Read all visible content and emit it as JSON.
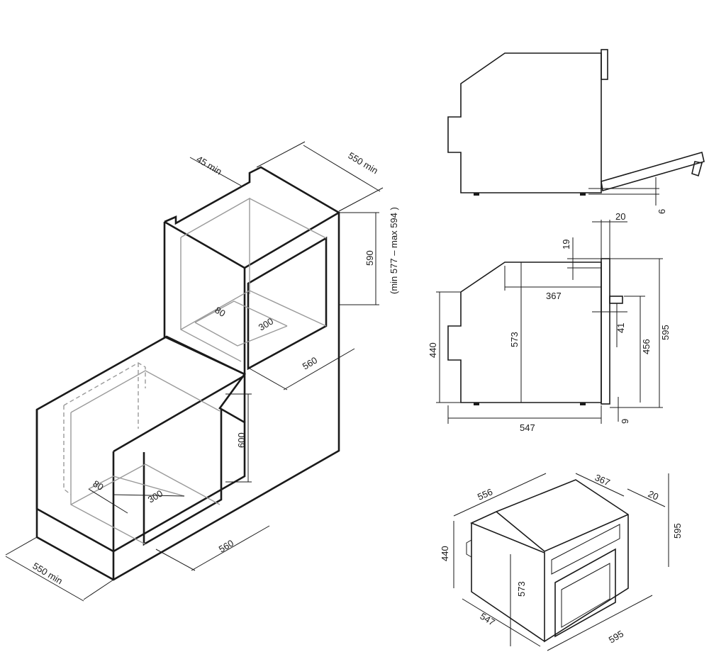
{
  "colors": {
    "ink": "#1a1a1a",
    "hidden": "#9a9a9a",
    "background": "#ffffff"
  },
  "tall_cabinet": {
    "depth_min": "550 min",
    "gap_min": "45 min",
    "height": "590",
    "height_range": "(min 577 – max 594 )",
    "width": "560",
    "vent_depth": "80",
    "vent_width": "300"
  },
  "base_cabinet": {
    "depth_min": "550 min",
    "height": "600",
    "width": "560",
    "vent_depth": "80",
    "vent_width": "300"
  },
  "side_view_open": {
    "door_drop": "6"
  },
  "side_view_closed": {
    "front_thickness": "20",
    "top_offset": "19",
    "top_depth": "367",
    "body_height": "573",
    "rear_height": "440",
    "handle_gap": "41",
    "door_height": "456",
    "total_height": "595",
    "bottom_offset": "9",
    "body_depth": "547"
  },
  "iso_view": {
    "side_depth": "556",
    "top_depth": "367",
    "front_thickness": "20",
    "total_height": "595",
    "rear_height": "440",
    "body_height": "573",
    "body_depth": "547",
    "width": "595"
  }
}
